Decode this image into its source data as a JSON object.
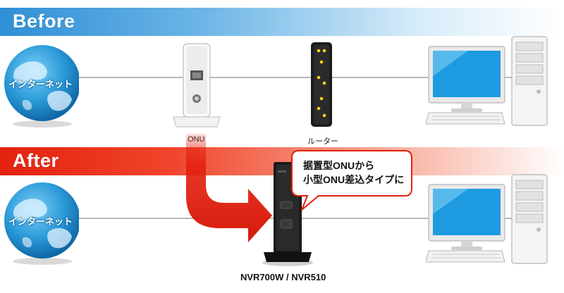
{
  "banners": {
    "before": "Before",
    "after": "After"
  },
  "before": {
    "internet_label": "インターネット",
    "onu_label": "ONU",
    "router_label": "ルーター"
  },
  "after": {
    "internet_label": "インターネット",
    "callout_line1": "据置型ONUから",
    "callout_line2": "小型ONU差込タイプに",
    "model_label": "NVR700W / NVR510"
  },
  "colors": {
    "before_banner": "#2f8fd6",
    "after_banner": "#e3210f",
    "arrow": "#e3210f",
    "monitor_screen": "#1e9be0",
    "router_led": "#f2d21b"
  }
}
